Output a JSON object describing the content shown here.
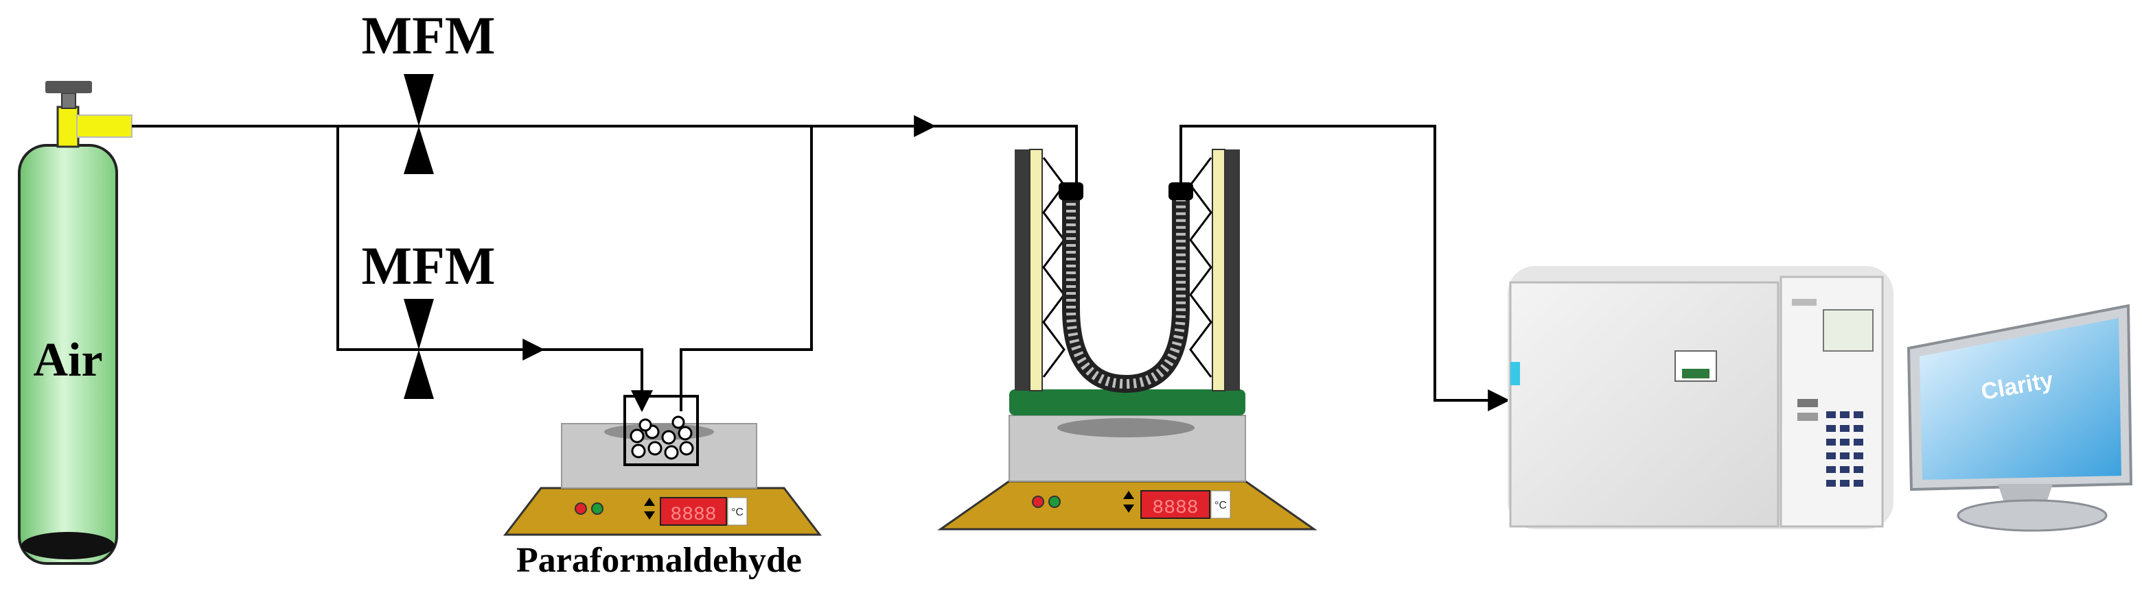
{
  "labels": {
    "cylinder": "Air",
    "mfm_top": "MFM",
    "mfm_bottom": "MFM",
    "saturator": "Paraformaldehyde",
    "heater_display": "8888",
    "heater_unit": "°C",
    "gc_screen": "Clarity"
  },
  "colors": {
    "cylinder_green": "#9be29b",
    "valve_yellow": "#f3f30f",
    "heater_gold": "#c99a1b",
    "plate_grey": "#c8c8c8",
    "felt_green": "#1f7a3a",
    "display_red": "#e0222b",
    "line": "#000000"
  }
}
